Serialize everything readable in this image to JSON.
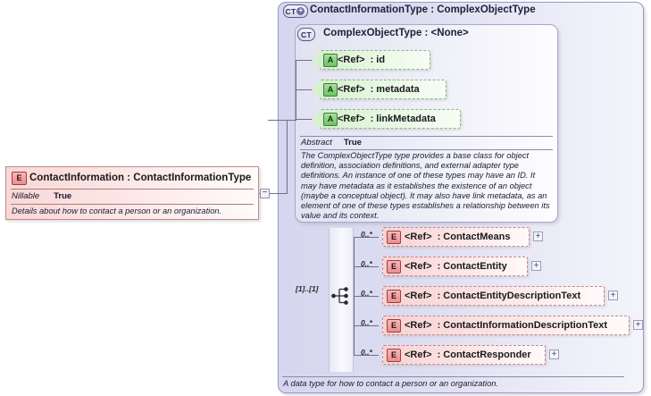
{
  "left_element": {
    "badge": "E",
    "title": "ContactInformation : ContactInformationType",
    "nillable_key": "Nillable",
    "nillable_value": "True",
    "documentation": "Details about how to contact a person or an organization."
  },
  "connector": {
    "collapse_symbol": "−"
  },
  "outer_panel": {
    "badge": "CT",
    "badge_plus": "+",
    "title": "ContactInformationType : ComplexObjectType",
    "footer_documentation": "A data type for how to contact a person or an organization."
  },
  "inner_panel": {
    "badge": "CT",
    "title": "ComplexObjectType : <None>",
    "abstract_key": "Abstract",
    "abstract_value": "True",
    "documentation": "The ComplexObjectType type provides a base class for object definition, association definitions, and external adapter type definitions. An instance of one of these types may have an ID. It may have metadata as it establishes the existence of an object (maybe a conceptual object). It may also have link metadata, as an element of one of these types establishes a relationship between its value and its context."
  },
  "attributes": [
    {
      "badge": "A",
      "ref": "<Ref>",
      "name": ": id"
    },
    {
      "badge": "A",
      "ref": "<Ref>",
      "name": ": metadata"
    },
    {
      "badge": "A",
      "ref": "<Ref>",
      "name": ": linkMetadata"
    }
  ],
  "sequence": {
    "cardinality": "[1]..[1]",
    "icon": "sequence-compositor"
  },
  "elements": [
    {
      "badge": "E",
      "ref": "<Ref>",
      "name": ": ContactMeans",
      "cardinality": "0..*",
      "expand": "+"
    },
    {
      "badge": "E",
      "ref": "<Ref>",
      "name": ": ContactEntity",
      "cardinality": "0..*",
      "expand": "+"
    },
    {
      "badge": "E",
      "ref": "<Ref>",
      "name": ": ContactEntityDescriptionText",
      "cardinality": "0..*",
      "expand": "+"
    },
    {
      "badge": "E",
      "ref": "<Ref>",
      "name": ": ContactInformationDescriptionText",
      "cardinality": "0..*",
      "expand": "+"
    },
    {
      "badge": "E",
      "ref": "<Ref>",
      "name": ": ContactResponder",
      "cardinality": "0..*",
      "expand": "+"
    }
  ],
  "colors": {
    "panel_background": "#dcdcf0",
    "attribute_fill": "#e6f7e1",
    "element_fill": "#fbe3e2",
    "attribute_badge": "#6fc268",
    "element_badge": "#e88f8f",
    "line": "#6f6f8e"
  }
}
